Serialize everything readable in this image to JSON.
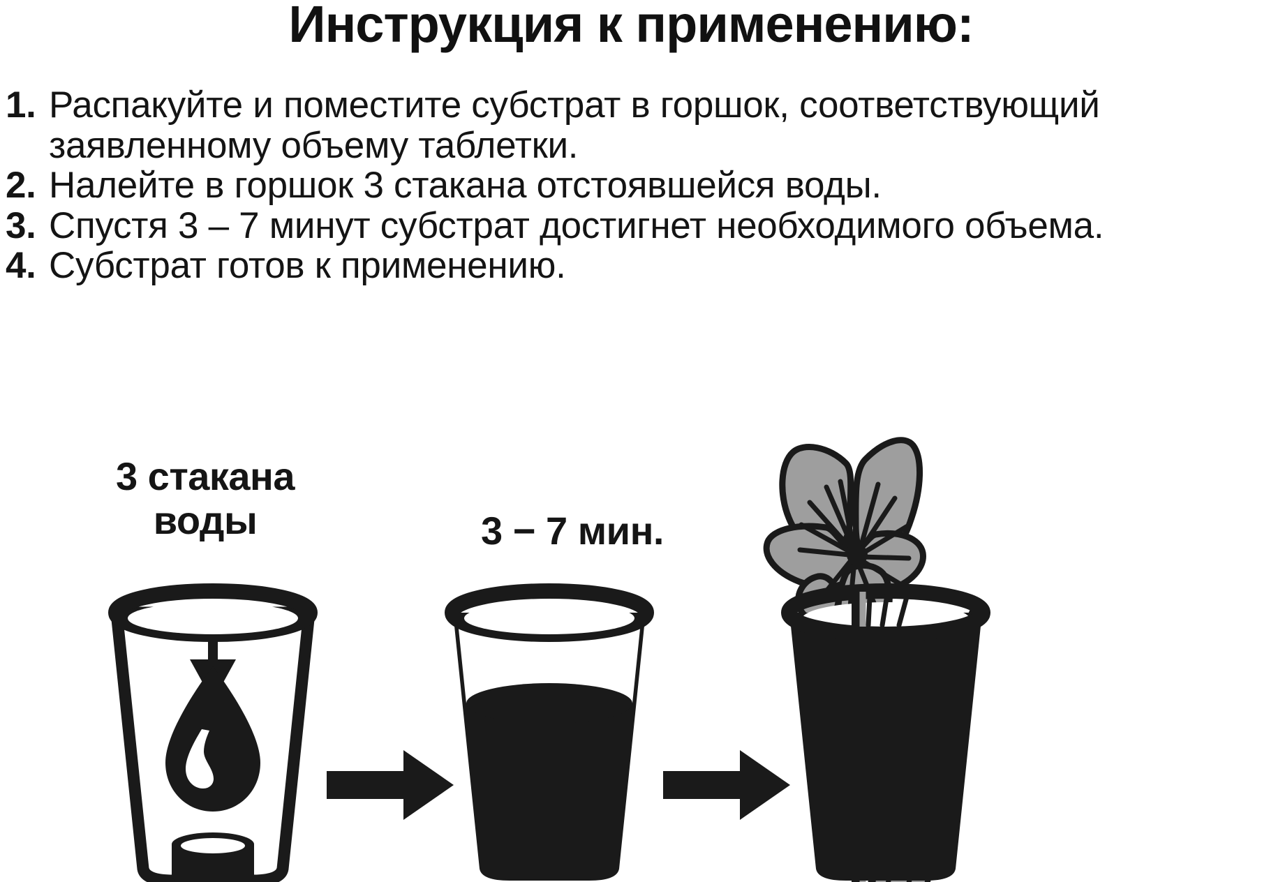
{
  "title": "Инструкция к применению:",
  "steps": [
    {
      "number": "1.",
      "text": "Распакуйте и поместите субстрат в горшок, соответствующий\nзаявленному объему таблетки."
    },
    {
      "number": "2.",
      "text": "Налейте в горшок 3 стакана отстоявшейся воды."
    },
    {
      "number": "3.",
      "text": "Спустя 3 – 7 минут субстрат достигнет необходимого объема."
    },
    {
      "number": "4.",
      "text": "Субстрат готов к применению."
    }
  ],
  "diagram": {
    "captions": {
      "water": "3 стакана\nводы",
      "time": "3 − 7 мин."
    },
    "icons": {
      "down_arrow": "arrow-down-icon",
      "arrow_1": "arrow-right-icon",
      "arrow_2": "arrow-right-icon",
      "water_drop": "water-drop-icon",
      "pot_empty": "pot-with-tablet-icon",
      "pot_full": "pot-filled-substrate-icon",
      "pot_plant": "pot-with-orchid-icon"
    },
    "colors": {
      "ink": "#1a1a1a",
      "petal_gray": "#9e9e9e",
      "background": "#ffffff"
    }
  }
}
